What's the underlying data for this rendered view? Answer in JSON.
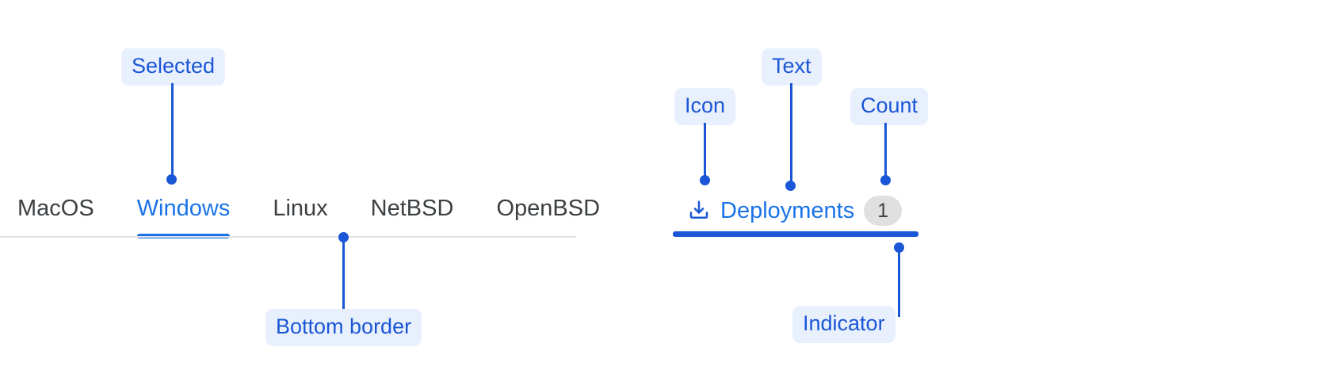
{
  "annotations": {
    "selected": "Selected",
    "bottom_border": "Bottom border",
    "icon": "Icon",
    "text": "Text",
    "count": "Count",
    "indicator": "Indicator"
  },
  "os_tabs": {
    "items": [
      {
        "label": "MacOS",
        "selected": false
      },
      {
        "label": "Windows",
        "selected": true
      },
      {
        "label": "Linux",
        "selected": false
      },
      {
        "label": "NetBSD",
        "selected": false
      },
      {
        "label": "OpenBSD",
        "selected": false
      }
    ]
  },
  "deployments_tab": {
    "icon_name": "download-icon",
    "label": "Deployments",
    "count": "1",
    "selected": true
  },
  "colors": {
    "accent_blue": "#1a73e8",
    "annotation_blue": "#1a56d6",
    "chip_background": "#e9f0fd",
    "badge_background": "#e0e0e0",
    "text_default": "#3c4043",
    "divider": "#e3e3e3"
  }
}
